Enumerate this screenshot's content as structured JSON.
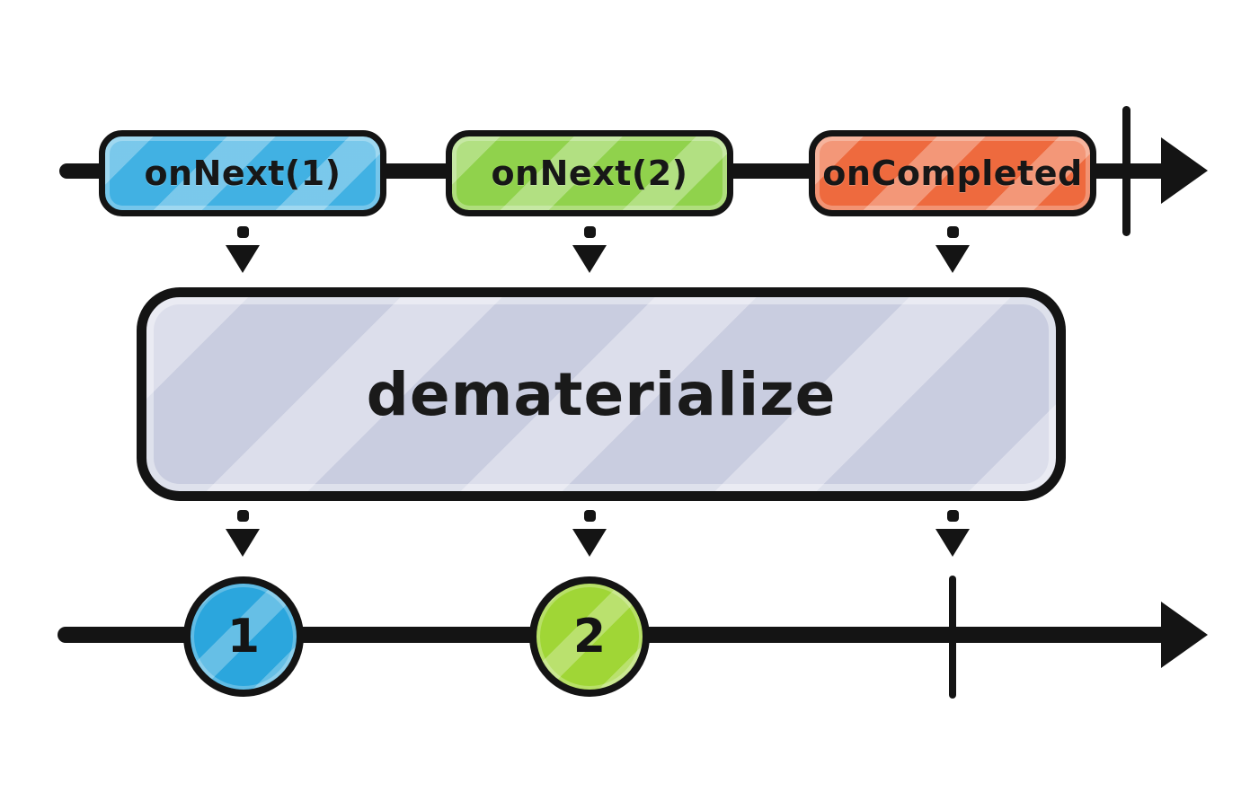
{
  "diagram": {
    "kind": "marble-diagram",
    "stroke_color": "#141414",
    "background_color": "#ffffff",
    "operator": {
      "label": "dematerialize",
      "fill": "#c9cde0"
    },
    "source_timeline": {
      "events": [
        {
          "label": "onNext(1)",
          "type": "next",
          "color": "#41b1e3"
        },
        {
          "label": "onNext(2)",
          "type": "next",
          "color": "#90d24c"
        },
        {
          "label": "onCompleted",
          "type": "completed",
          "color": "#ee6a3e"
        }
      ],
      "has_complete_tick": true
    },
    "output_timeline": {
      "marbles": [
        {
          "label": "1",
          "color": "#2ba6dd"
        },
        {
          "label": "2",
          "color": "#a0d636"
        }
      ],
      "has_complete_tick": true
    }
  }
}
